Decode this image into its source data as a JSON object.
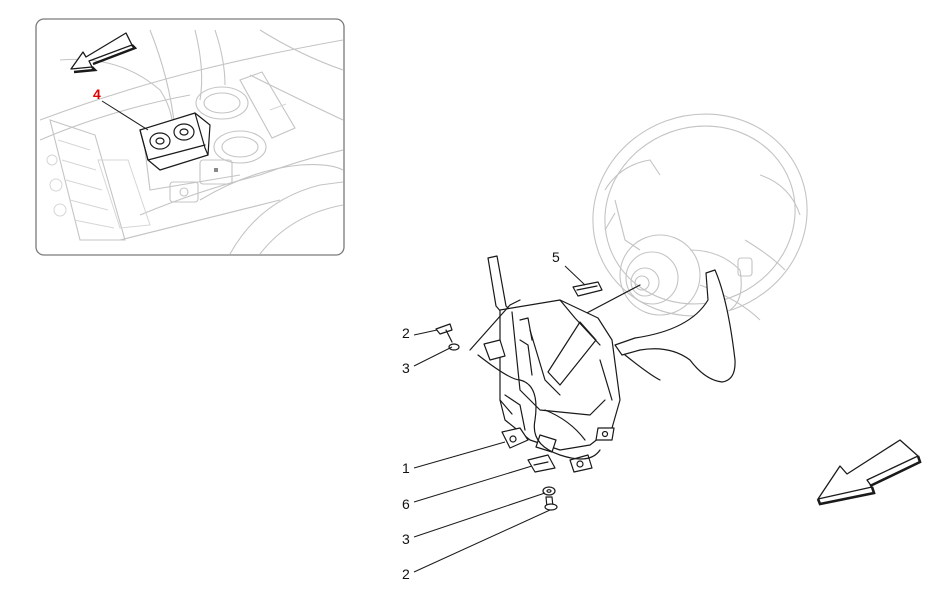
{
  "inset": {
    "callouts": [
      {
        "label": "4",
        "color": "#e00000"
      }
    ]
  },
  "main": {
    "callouts": [
      {
        "label": "5"
      },
      {
        "label": "2"
      },
      {
        "label": "3"
      },
      {
        "label": "1"
      },
      {
        "label": "6"
      },
      {
        "label": "3"
      },
      {
        "label": "2"
      }
    ]
  },
  "icons": {
    "inset_arrow": "direction-arrow-icon",
    "main_arrow": "direction-arrow-icon"
  }
}
